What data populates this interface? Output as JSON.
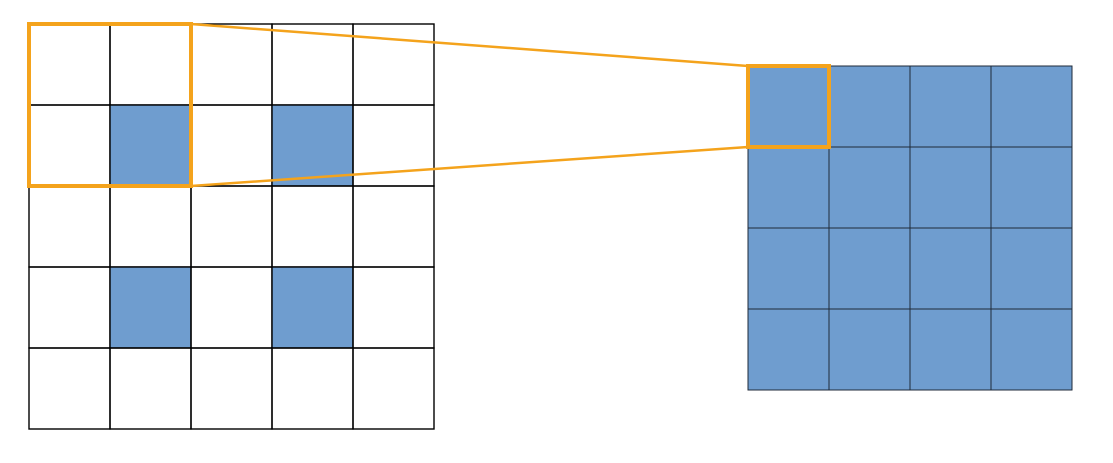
{
  "colors": {
    "background": "#ffffff",
    "cell_fill": "#6f9dcf",
    "grid_line": "#000000",
    "highlight": "#f4a31c"
  },
  "input_grid": {
    "rows": 5,
    "cols": 5,
    "filled_cells": [
      [
        1,
        1
      ],
      [
        1,
        3
      ],
      [
        3,
        1
      ],
      [
        3,
        3
      ]
    ],
    "highlighted_window": {
      "row": 0,
      "col": 0,
      "rows": 2,
      "cols": 2
    }
  },
  "output_grid": {
    "rows": 4,
    "cols": 4,
    "all_filled": true,
    "highlighted_cell": {
      "row": 0,
      "col": 0
    }
  }
}
